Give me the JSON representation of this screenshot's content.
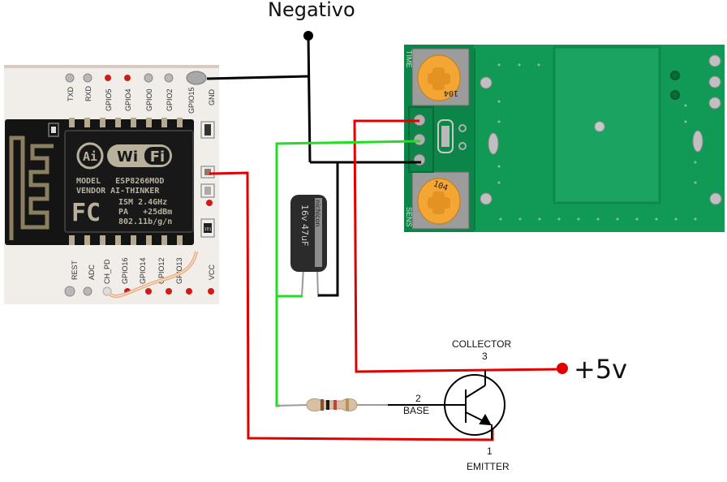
{
  "labels": {
    "negative": "Negativo",
    "supply": "+5v"
  },
  "transistor": {
    "collector_label": "COLLECTOR",
    "collector_pin": "3",
    "base_label": "BASE",
    "base_pin": "2",
    "emitter_label": "EMITTER",
    "emitter_pin": "1"
  },
  "esp_module": {
    "top_pins": [
      "TXD",
      "RXD",
      "GPIO5",
      "GPIO4",
      "GPIO0",
      "GPIO2",
      "GPIO15",
      "GND"
    ],
    "bottom_pins": [
      "REST",
      "ADC",
      "CH_PD",
      "GPIO16",
      "GPIO14",
      "GPIO12",
      "GPIO13",
      "VCC"
    ],
    "chip_logo_left": "Ai",
    "chip_logo_wifi": "Wi",
    "chip_logo_fi": "Fi",
    "chip_lines": [
      "MODEL   ESP8266MOD",
      "VENDOR AI-THINKER",
      "ISM 2.4GHz",
      "PA   +25dBm",
      "802.11b/g/n"
    ],
    "fcc": "FC",
    "resistor_code": "101"
  },
  "radar_module": {
    "pot_top_label": "TIME",
    "pot_bottom_label": "SENS",
    "pot_value": "104"
  },
  "capacitor": {
    "markings": "16v 47uF",
    "brand": "nichicon"
  },
  "wire_colors": {
    "red": "#e00000",
    "green": "#22dd22",
    "black": "#000000"
  }
}
